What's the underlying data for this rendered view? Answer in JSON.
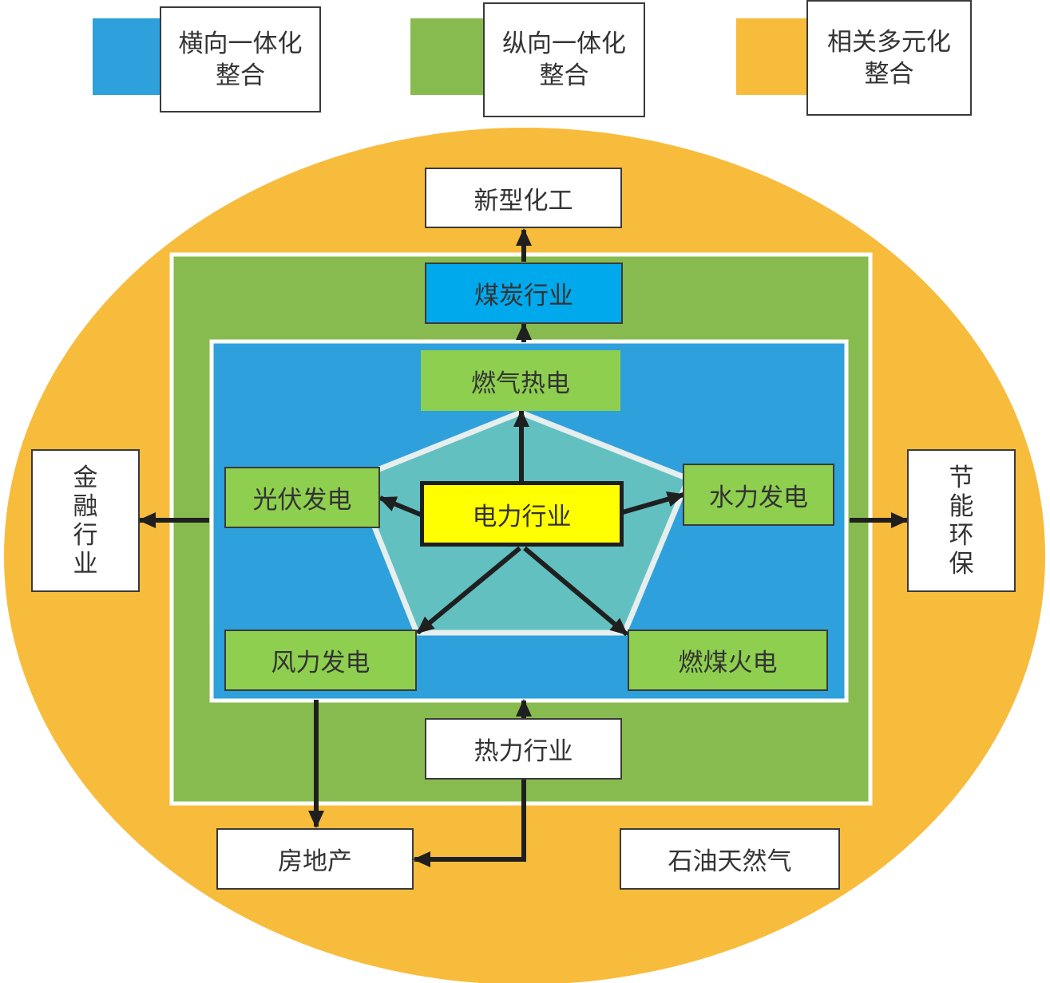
{
  "colors": {
    "horizontal": "#2ea0dc",
    "vertical": "#88bb4f",
    "diversified": "#f8bc3c",
    "coal_box": "#00a9ec",
    "power_box": "#ffff00",
    "generation_box": "#8ecf4f",
    "pentagon": "#62c0c0",
    "arrow": "#1f1f1f"
  },
  "legend": [
    {
      "line1": "横向一体化",
      "line2": "整合"
    },
    {
      "line1": "纵向一体化",
      "line2": "整合"
    },
    {
      "line1": "相关多元化",
      "line2": "整合"
    }
  ],
  "nodes": {
    "new_chemical": "新型化工",
    "coal": "煤炭行业",
    "gas_thermal": "燃气热电",
    "solar": "光伏发电",
    "power": "电力行业",
    "hydro": "水力发电",
    "wind": "风力发电",
    "coal_fired": "燃煤火电",
    "heat": "热力行业",
    "real_estate": "房地产",
    "oil_gas": "石油天然气",
    "finance": [
      "金",
      "融",
      "行",
      "业"
    ],
    "energy_saving": [
      "节",
      "能",
      "环",
      "保"
    ]
  }
}
